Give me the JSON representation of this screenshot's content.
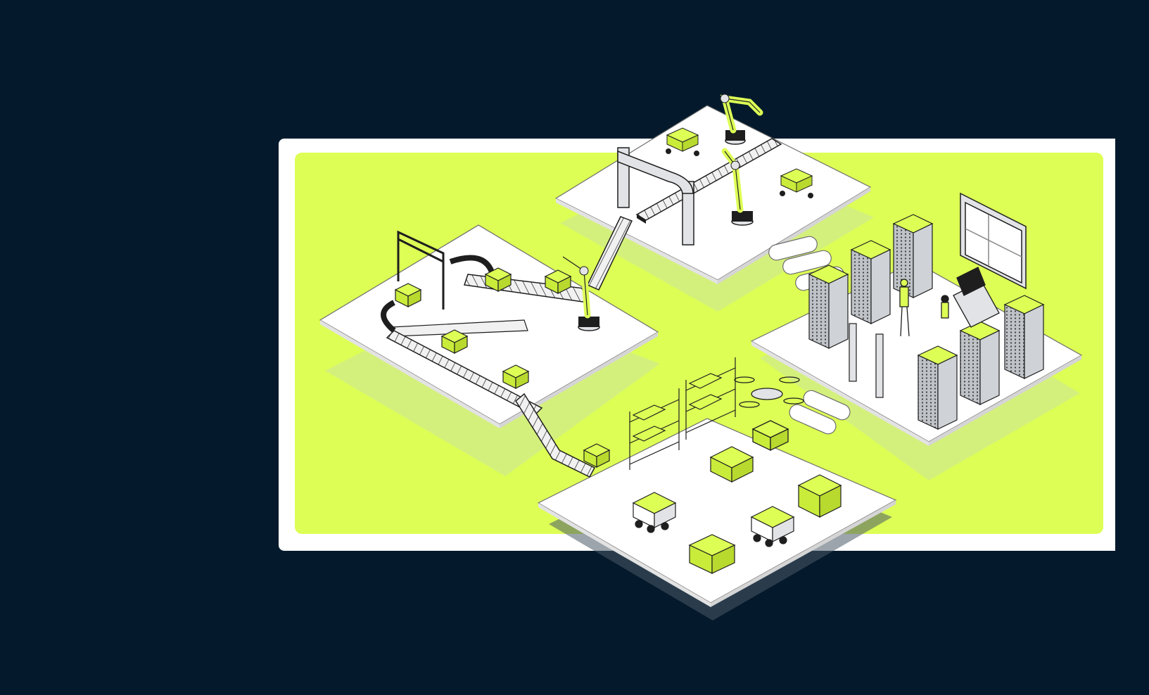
{
  "colors": {
    "background": "#041a2c",
    "card": "#ffffff",
    "accent": "#ddff55",
    "accent_dark": "#c9ec3a",
    "outline": "#1e1e1e",
    "platform": "#ffffff",
    "machine_gray": "#cfd2d6",
    "shadow": "#d2ec86"
  },
  "illustration": {
    "subject": "isometric-smart-factory",
    "zones": [
      {
        "name": "packaging-line",
        "icon": "conveyor-belt-icon"
      },
      {
        "name": "robotic-assembly",
        "icon": "robot-arm-icon"
      },
      {
        "name": "server-control-room",
        "icon": "server-rack-icon"
      },
      {
        "name": "warehouse-logistics",
        "icon": "shelving-icon"
      }
    ]
  }
}
